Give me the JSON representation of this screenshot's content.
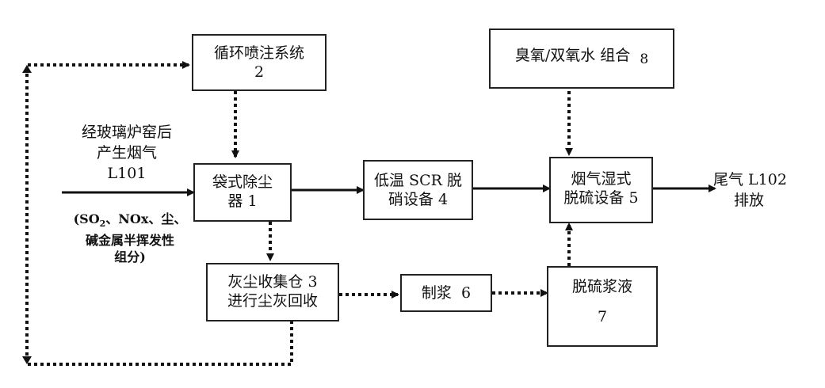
{
  "boxes": {
    "injection": {
      "line1": "循环喷注系统",
      "line2": "2"
    },
    "ozone": {
      "text": "臭氧/双氧水 组合",
      "num": "8"
    },
    "baghouse": {
      "line1": "袋式除尘",
      "line2": "器 1"
    },
    "scr": {
      "line1": "低温 SCR 脱",
      "line2": "硝设备 4"
    },
    "wetdesulf": {
      "line1": "烟气湿式",
      "line2": "脱硫设备 5"
    },
    "ashbin": {
      "line1": "灰尘收集仓 3",
      "line2": "进行尘灰回收"
    },
    "slurrymake": {
      "text": "制浆  6"
    },
    "slurry": {
      "line1": "脱硫浆液",
      "line2": "7"
    }
  },
  "inlet": {
    "line1": "经玻璃炉窑后",
    "line2": "产生烟气",
    "line3": "L101",
    "comp1": "(SO",
    "comp1_sub": "2",
    "comp1_rest": "、NOx、尘、",
    "comp2": "碱金属半挥发性",
    "comp3": "组分)"
  },
  "outlet": {
    "line1": "尾气 L102",
    "line2": "排放"
  }
}
